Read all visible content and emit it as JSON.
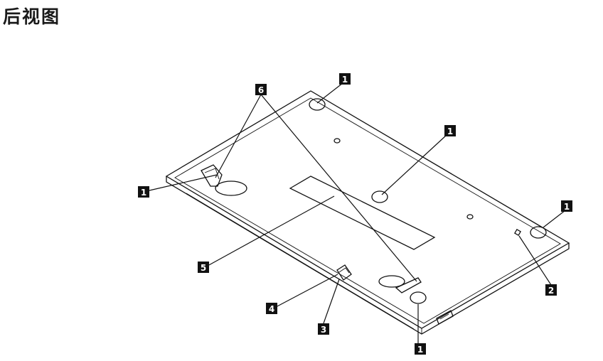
{
  "page": {
    "title": "后视图"
  },
  "callouts": {
    "foot_top": "1",
    "foot_center": "1",
    "foot_left": "1",
    "foot_right": "1",
    "foot_bottom": "1",
    "item_2": "2",
    "item_3": "3",
    "item_4": "4",
    "item_5": "5",
    "item_6": "6"
  }
}
